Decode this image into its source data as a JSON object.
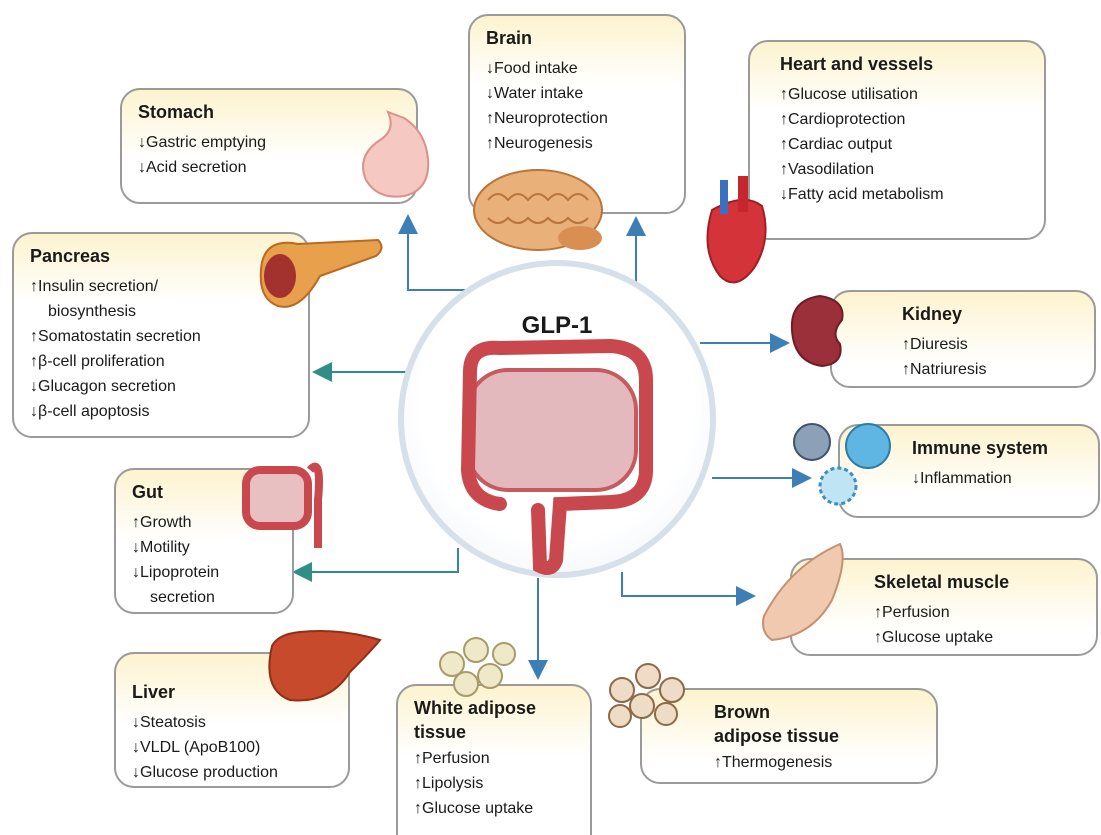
{
  "center": {
    "label": "GLP-1"
  },
  "organs": {
    "brain": {
      "title": "Brain",
      "effects": [
        "↓Food intake",
        "↓Water intake",
        "↑Neuroprotection",
        "↑Neurogenesis"
      ]
    },
    "stomach": {
      "title": "Stomach",
      "effects": [
        "↓Gastric emptying",
        "↓Acid secretion"
      ]
    },
    "heart": {
      "title": "Heart and vessels",
      "effects": [
        "↑Glucose utilisation",
        "↑Cardioprotection",
        "↑Cardiac output",
        "↑Vasodilation",
        "↓Fatty acid metabolism"
      ]
    },
    "pancreas": {
      "title": "Pancreas",
      "effects": [
        "↑Insulin secretion/",
        "biosynthesis",
        "↑Somatostatin secretion",
        "↑β-cell proliferation",
        "↓Glucagon secretion",
        "↓β-cell apoptosis"
      ]
    },
    "kidney": {
      "title": "Kidney",
      "effects": [
        "↑Diuresis",
        "↑Natriuresis"
      ]
    },
    "immune": {
      "title": "Immune system",
      "effects": [
        "↓Inflammation"
      ]
    },
    "gut": {
      "title": "Gut",
      "effects": [
        "↑Growth",
        "↓Motility",
        "↓Lipoprotein",
        "secretion"
      ]
    },
    "muscle": {
      "title": "Skeletal muscle",
      "effects": [
        "↑Perfusion",
        "↑Glucose uptake"
      ]
    },
    "liver": {
      "title": "Liver",
      "effects": [
        "↓Steatosis",
        "↓VLDL (ApoB100)",
        "↓Glucose production"
      ]
    },
    "white_adipose": {
      "title": "White adipose",
      "title2": "tissue",
      "effects": [
        "↑Perfusion",
        "↑Lipolysis",
        "↑Glucose uptake"
      ]
    },
    "brown_adipose": {
      "title": "Brown",
      "title2": "adipose tissue",
      "effects": [
        "↑Thermogenesis"
      ]
    }
  },
  "colors": {
    "arrow_blue": "#3d7fb5",
    "arrow_teal": "#2f8f87",
    "box_border": "#9a9a9a",
    "box_fill_top": "#fdf3cf"
  }
}
